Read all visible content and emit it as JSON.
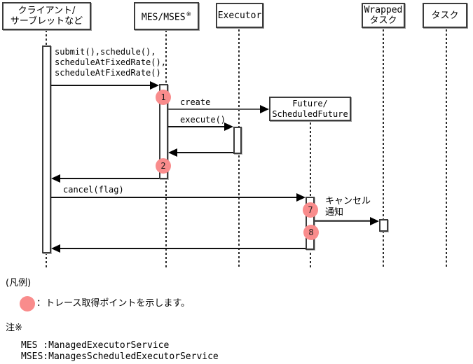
{
  "actors": {
    "client": {
      "line1": "クライアント/",
      "line2": "サーブレットなど"
    },
    "mes": {
      "label": "MES/MSES",
      "note_mark": "※"
    },
    "executor": {
      "label": "Executor"
    },
    "wrapped": {
      "line1": "Wrapped",
      "line2": "タスク"
    },
    "task": {
      "label": "タスク"
    }
  },
  "objects": {
    "future": {
      "line1": "Future/",
      "line2": "ScheduledFuture"
    }
  },
  "messages": {
    "submit": {
      "line1": "submit(),schedule(),",
      "line2": "scheduleAtFixedRate(),",
      "line3": "scheduleAtFixedRate()"
    },
    "create": {
      "label": "create"
    },
    "execute": {
      "label": "execute()"
    },
    "cancel": {
      "label": "cancel(flag)"
    },
    "cancel_notify": {
      "line1": "キャンセル",
      "line2": "通知"
    }
  },
  "trace_points": {
    "p1": "1",
    "p2": "2",
    "p7": "7",
    "p8": "8"
  },
  "legend": {
    "heading": "(凡例)",
    "description": "：トレース取得ポイントを示します。"
  },
  "notes": {
    "heading": "注※",
    "mes": "MES :ManagedExecutorService",
    "mses": "MSES:ManagesScheduledExecutorService"
  },
  "colors": {
    "trace_point": "#f98c8c",
    "gray_line": "#5a5a5a"
  }
}
